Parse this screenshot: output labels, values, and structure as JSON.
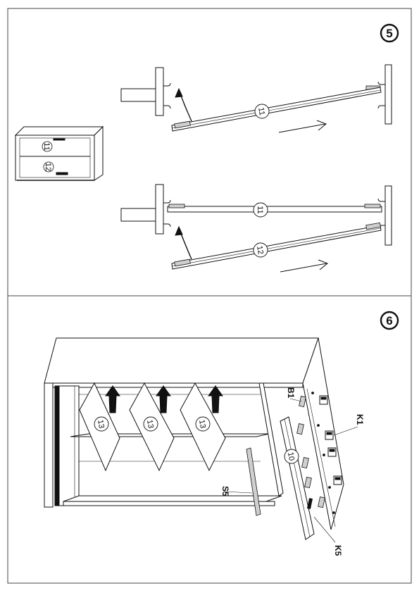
{
  "steps": [
    {
      "number": "5",
      "overview": {
        "part_labels": [
          "11",
          "12"
        ]
      },
      "rows": [
        {
          "part_labels": [
            "11"
          ]
        },
        {
          "part_labels": [
            "11",
            "12"
          ]
        }
      ]
    },
    {
      "number": "6",
      "shelves": [
        "13",
        "13",
        "13"
      ],
      "divider_label": "10",
      "hardware": {
        "b1": "B1",
        "k1": "K1",
        "s5": "S5",
        "k5": "K5"
      }
    }
  ]
}
